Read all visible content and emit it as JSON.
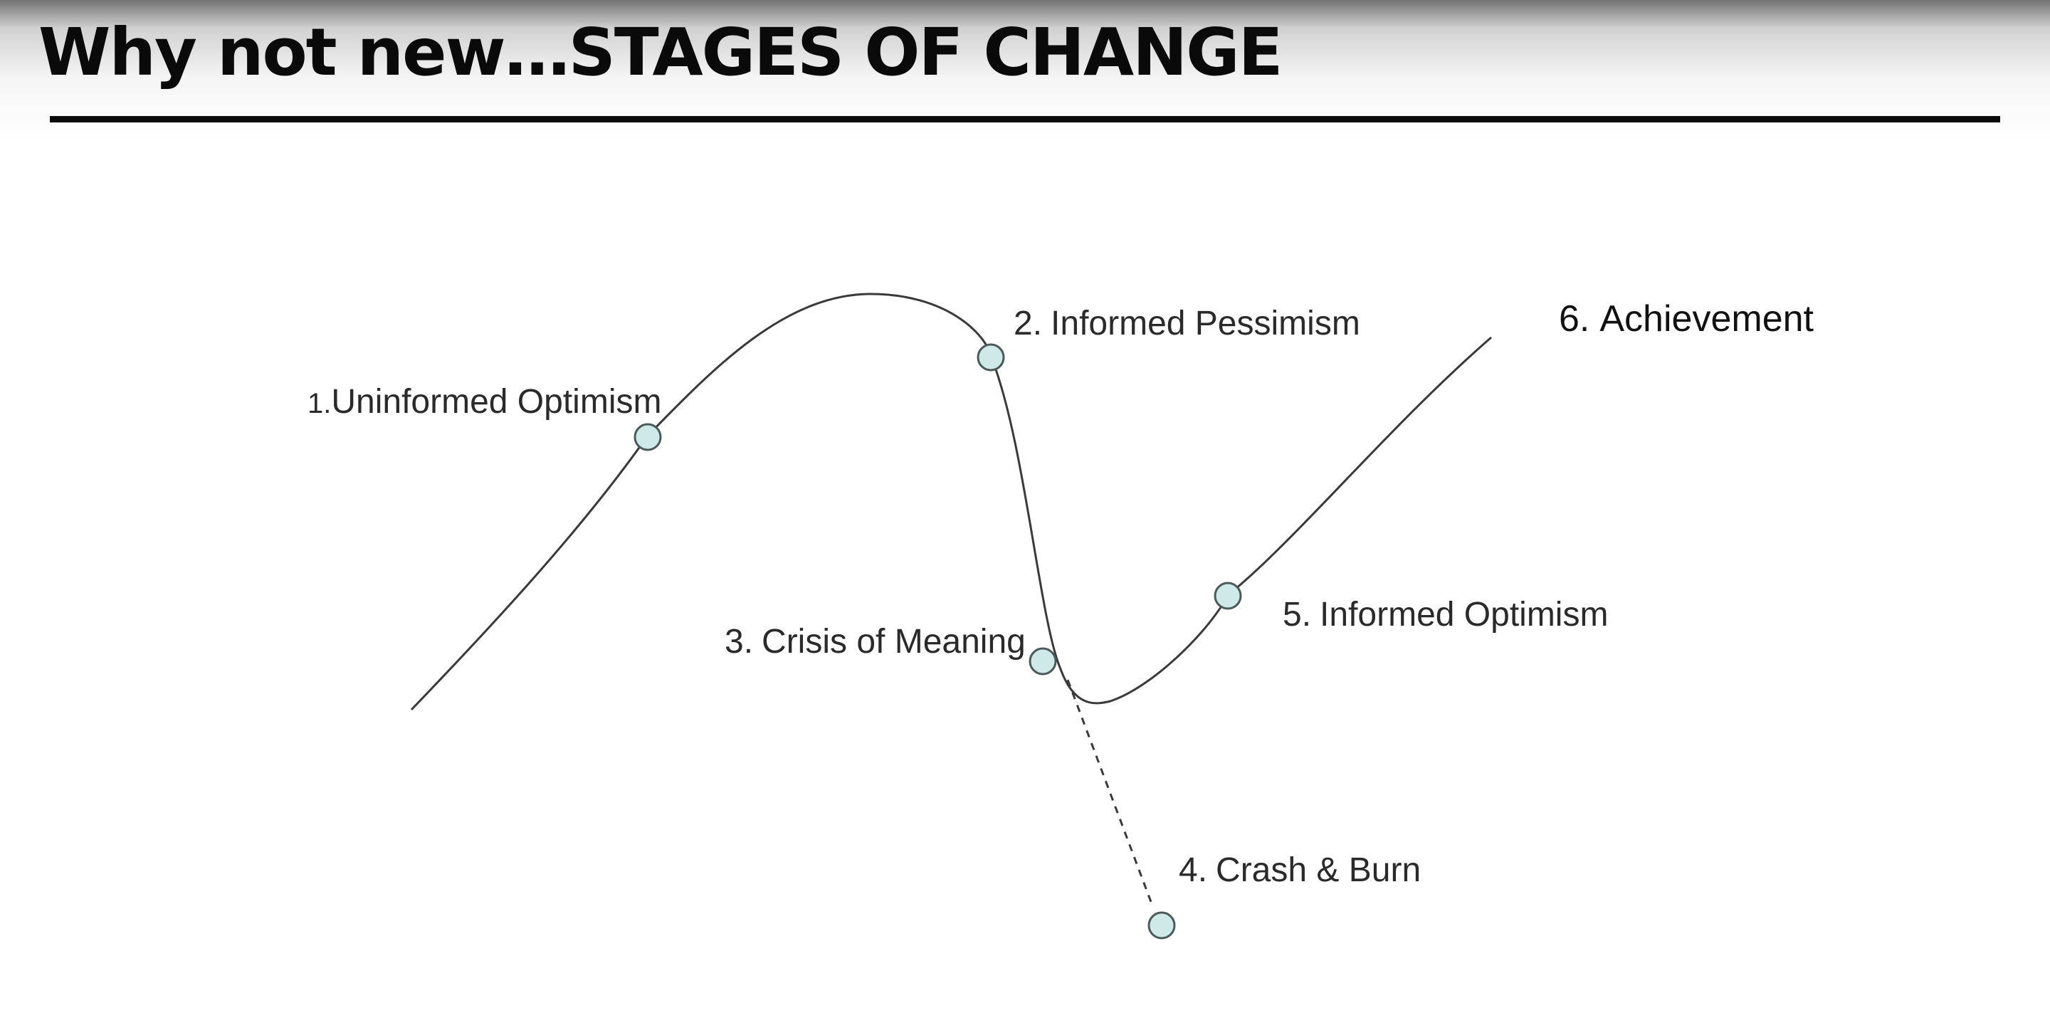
{
  "slide": {
    "title": "Why not new…STAGES OF CHANGE"
  },
  "diagram": {
    "stages": [
      {
        "number": "1.",
        "label": "Uninformed Optimism"
      },
      {
        "number": "2.",
        "label": "Informed Pessimism"
      },
      {
        "number": "3.",
        "label": "Crisis of Meaning"
      },
      {
        "number": "4.",
        "label": "Crash & Burn"
      },
      {
        "number": "5.",
        "label": "Informed Optimism"
      },
      {
        "number": "6.",
        "label": "Achievement"
      }
    ]
  },
  "colors": {
    "marker_fill": "#cfe8e8",
    "marker_stroke": "#4a5a5a",
    "curve": "#3a3a3a",
    "title": "#0a0a0a"
  }
}
